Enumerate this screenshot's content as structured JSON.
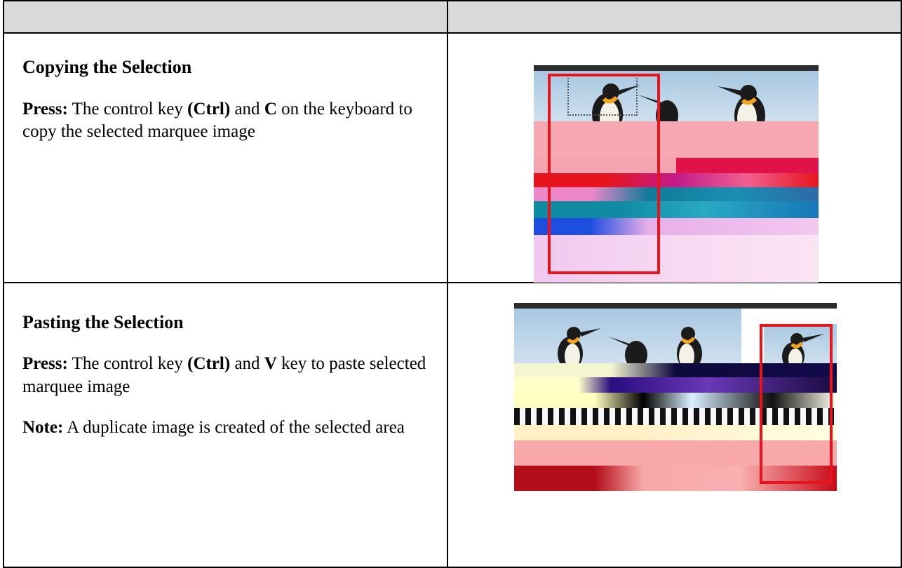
{
  "rows": [
    {
      "heading": "Copying the Selection",
      "para_bold": "Press:",
      "para_parts": [
        {
          "text": " The control key ",
          "bold": false
        },
        {
          "text": "(Ctrl)",
          "bold": true
        },
        {
          "text": " and ",
          "bold": false
        },
        {
          "text": "C",
          "bold": true
        },
        {
          "text": " on the keyboard to copy the selected marquee image",
          "bold": false
        }
      ]
    },
    {
      "heading": "Pasting the Selection",
      "para_bold": "Press:",
      "para_parts": [
        {
          "text": " The control key ",
          "bold": false
        },
        {
          "text": "(Ctrl)",
          "bold": true
        },
        {
          "text": "  and ",
          "bold": false
        },
        {
          "text": "V",
          "bold": true
        },
        {
          "text": " key to paste selected marquee image",
          "bold": false
        }
      ],
      "note_bold": "Note:",
      "note_text": " A duplicate image is created of the selected area"
    }
  ],
  "colors": {
    "header_fill": "#d9d9d9",
    "selection_red": "#e8141b",
    "border": "#000000"
  }
}
